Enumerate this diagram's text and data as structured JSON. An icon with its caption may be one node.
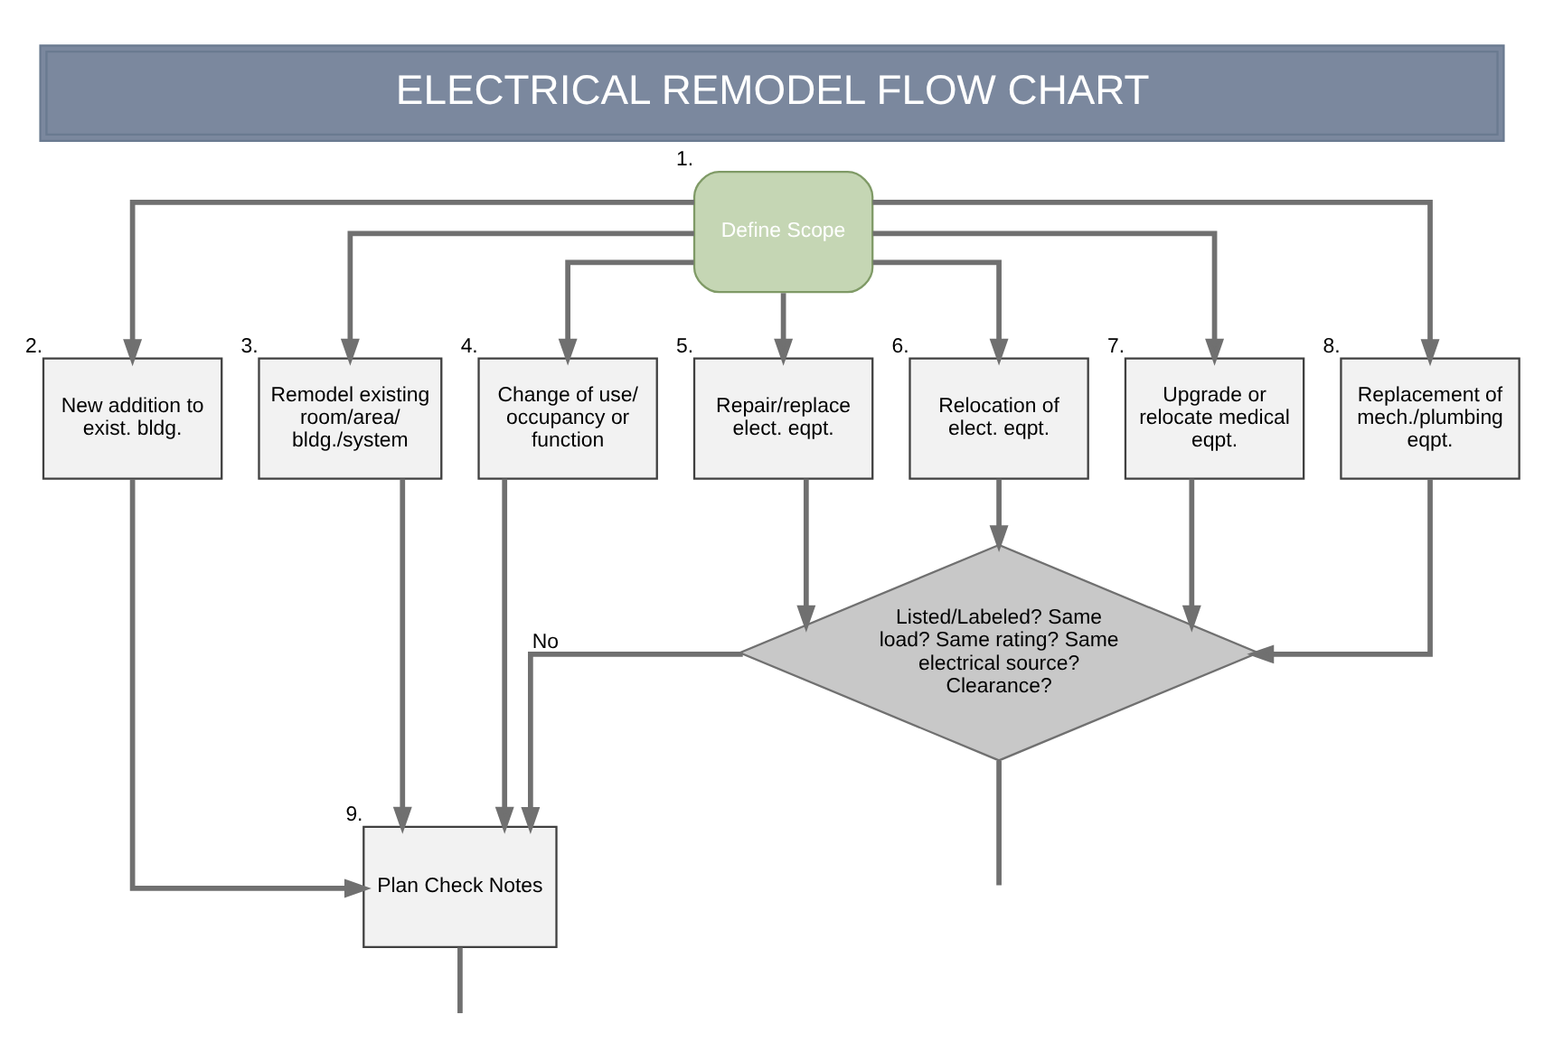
{
  "diagram": {
    "title": "ELECTRICAL REMODEL FLOW CHART",
    "nodes": [
      {
        "text": [
          "Define Scope"
        ],
        "beside": [
          "1."
        ]
      },
      {
        "text": [
          "New addition to exist. bldg."
        ],
        "beside": [
          "2."
        ]
      },
      {
        "text": [
          "Remodel existing room/area/ bldg./system"
        ],
        "beside": [
          "3."
        ]
      },
      {
        "text": [
          "Change of use/ occupancy or function"
        ],
        "beside": [
          "4."
        ]
      },
      {
        "text": [
          "Repair/replace elect. eqpt."
        ],
        "beside": [
          "5."
        ]
      },
      {
        "text": [
          "Relocation of elect. eqpt."
        ],
        "beside": [
          "6."
        ]
      },
      {
        "text": [
          "Upgrade or relocate medical eqpt."
        ],
        "beside": [
          "7."
        ]
      },
      {
        "text": [
          "Replacement of mech./plumbing eqpt."
        ],
        "beside": [
          "8."
        ]
      },
      {
        "text": [
          "Listed/Labeled? Same load? Same rating? Same electrical source? Clearance?"
        ]
      },
      {
        "text": [
          "Plan Check Notes"
        ],
        "beside": [
          "9."
        ]
      }
    ],
    "edges": [
      {
        "from": 0,
        "to": 1,
        "arrow": "to"
      },
      {
        "from": 0,
        "to": 2,
        "arrow": "to"
      },
      {
        "from": 0,
        "to": 3,
        "arrow": "to"
      },
      {
        "from": 0,
        "to": 4,
        "arrow": "to"
      },
      {
        "from": 0,
        "to": 5,
        "arrow": "to"
      },
      {
        "from": 0,
        "to": 6,
        "arrow": "to"
      },
      {
        "from": 0,
        "to": 7,
        "arrow": "to"
      },
      {
        "from": 1,
        "to": 9,
        "arrow": "to"
      },
      {
        "from": 2,
        "to": 9,
        "arrow": "to"
      },
      {
        "from": 3,
        "to": 9,
        "arrow": "to"
      },
      {
        "from": 4,
        "to": 8,
        "arrow": "to"
      },
      {
        "from": 5,
        "to": 8,
        "arrow": "to"
      },
      {
        "from": 6,
        "to": 8,
        "arrow": "to"
      },
      {
        "from": 7,
        "to": 8,
        "arrow": "to"
      },
      {
        "from": 8,
        "to": 9,
        "arrow": "to",
        "label": "No"
      },
      {
        "from": 8,
        "to": null,
        "arrow": "none"
      },
      {
        "from": 9,
        "to": null,
        "arrow": "none"
      }
    ]
  }
}
